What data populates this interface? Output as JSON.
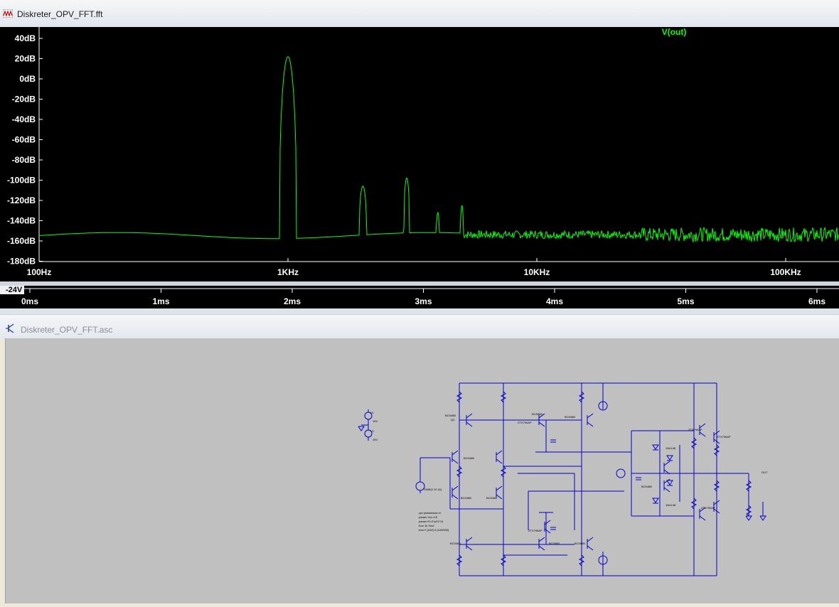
{
  "window_top": {
    "title": "Diskreter_OPV_FFT.fft"
  },
  "fft_plot": {
    "trace_label": "V(out)",
    "trace_color": "#00ff00",
    "y_ticks": [
      "40dB",
      "20dB",
      "0dB",
      "-20dB",
      "-40dB",
      "-60dB",
      "-80dB",
      "-100dB",
      "-120dB",
      "-140dB",
      "-160dB",
      "-180dB"
    ],
    "x_ticks": [
      "100Hz",
      "1KHz",
      "10KHz",
      "100KHz"
    ]
  },
  "time_plot": {
    "y_tick": "-24V",
    "x_ticks": [
      "0ms",
      "1ms",
      "2ms",
      "3ms",
      "4ms",
      "5ms",
      "6ms"
    ]
  },
  "window_bottom": {
    "title": "Diskreter_OPV_FFT.asc"
  },
  "schematic": {
    "wire_color": "#0000cc",
    "output_label": "OUT",
    "directives": [
      ".opt plotwinsize=0",
      ".param Vcc=15",
      ".param R=2*pi*2^11",
      ".four 1k Vout",
      ".tran 0 {10/f} 0 {10/f/500}"
    ]
  }
}
